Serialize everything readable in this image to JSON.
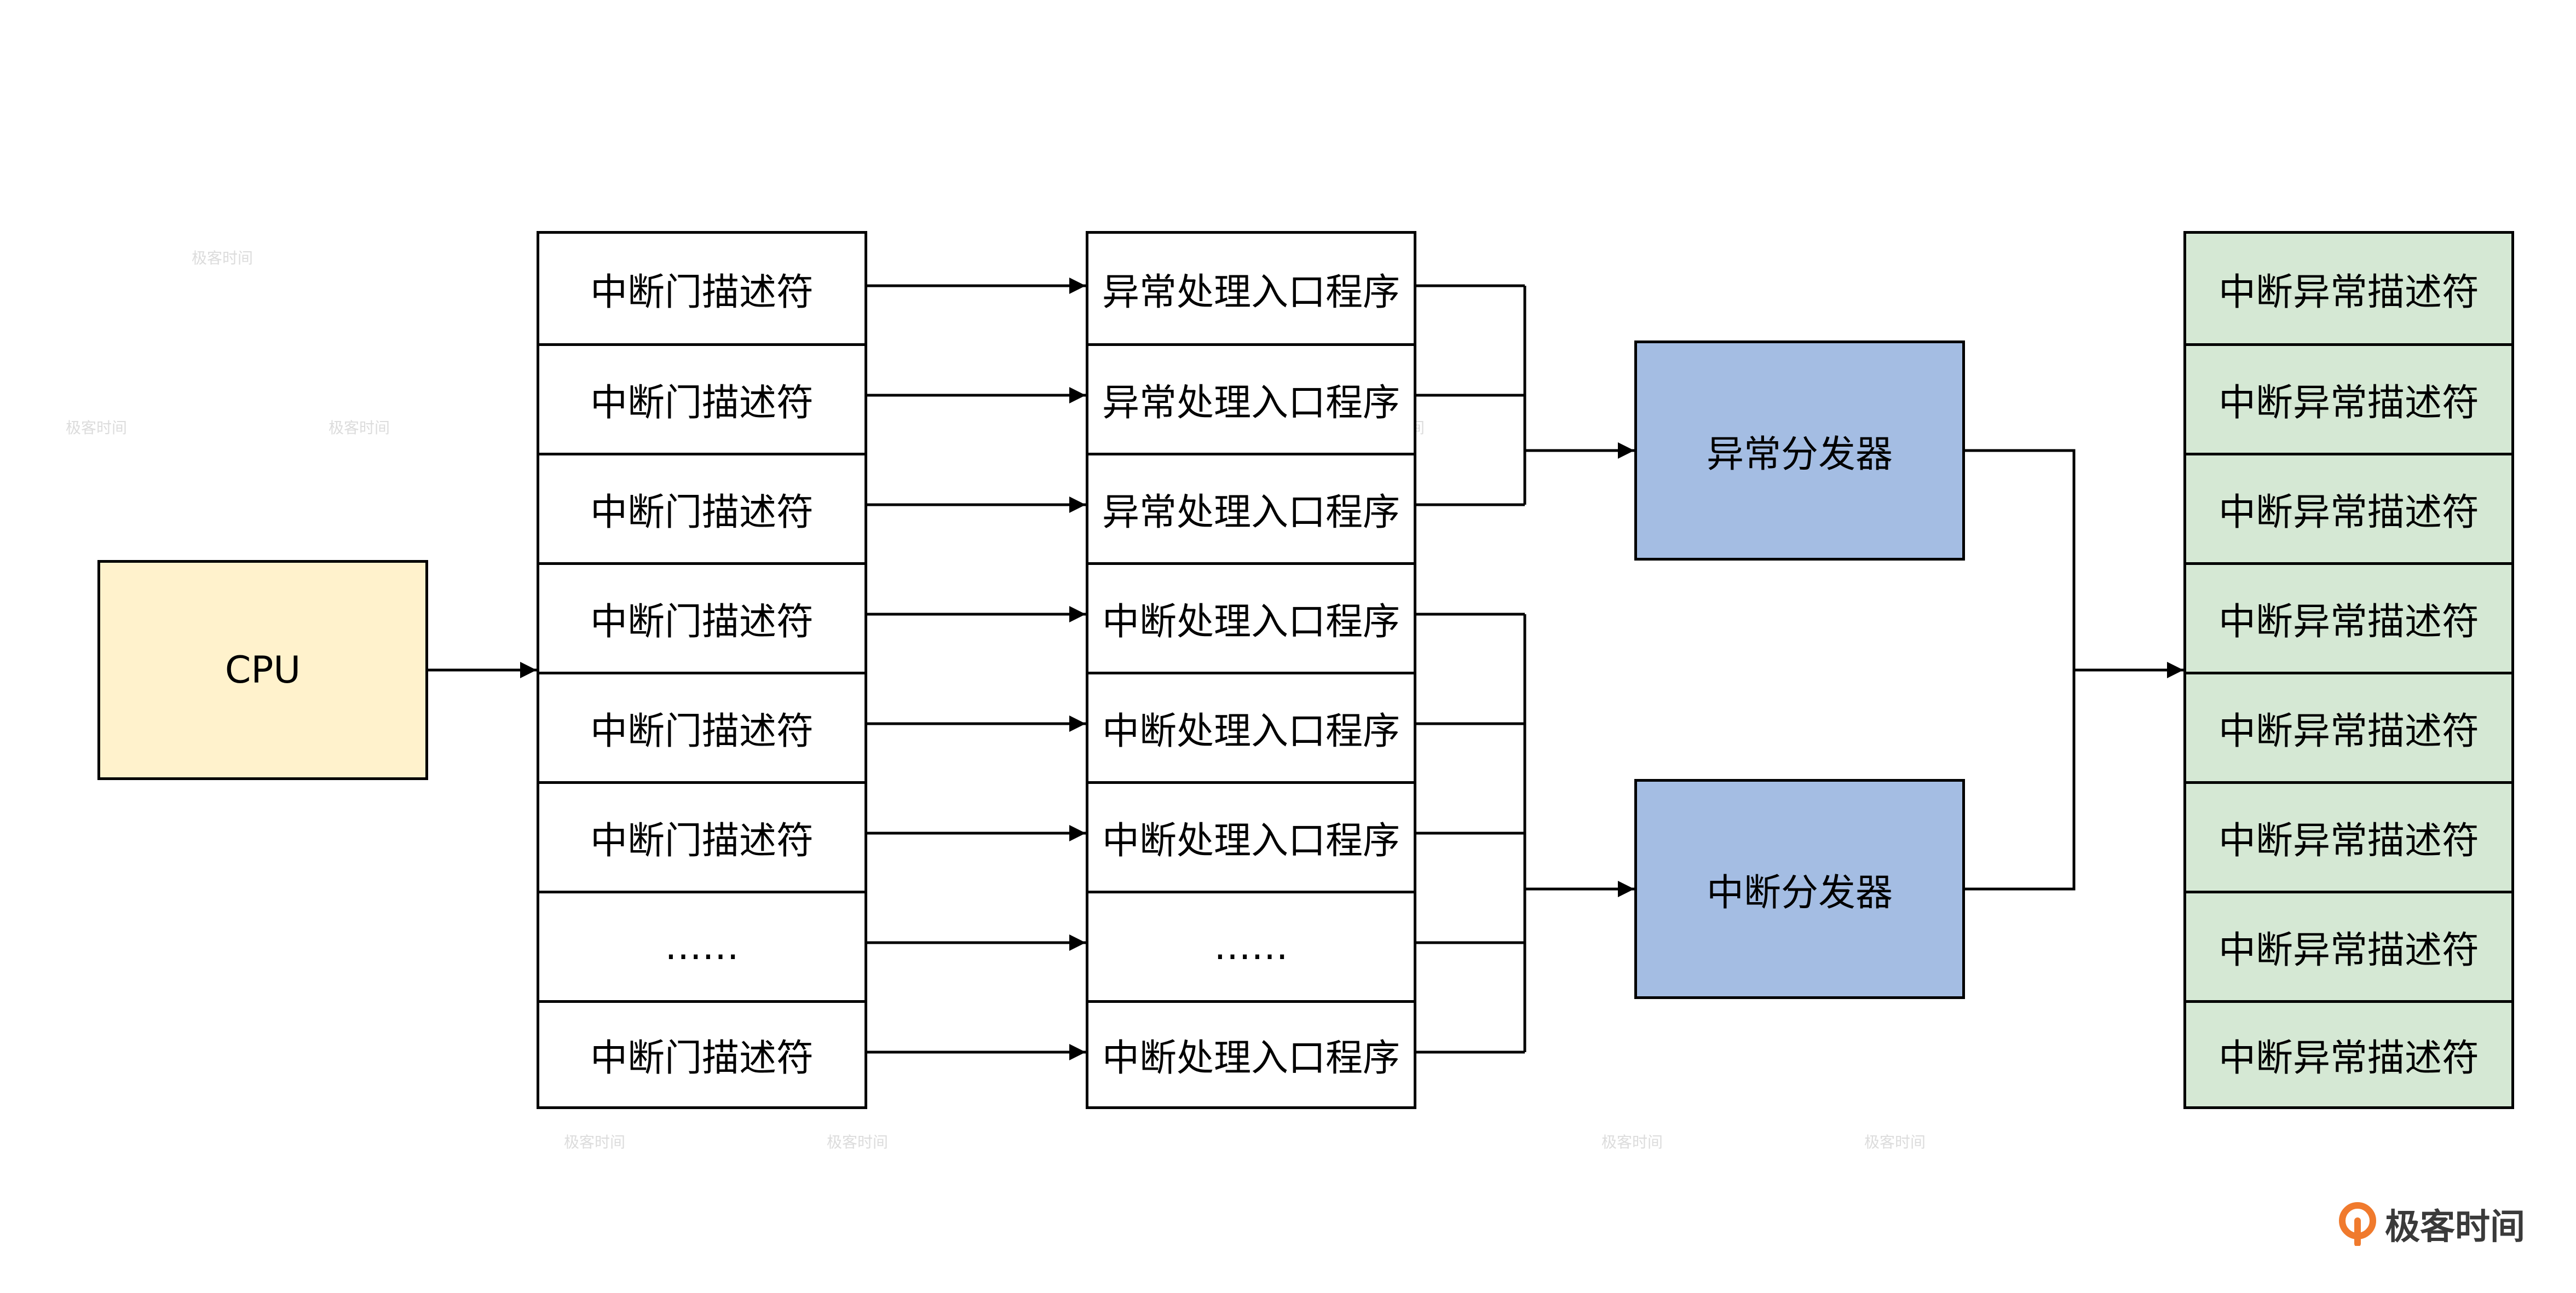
{
  "cpu": {
    "label": "CPU"
  },
  "gates": [
    "中断门描述符",
    "中断门描述符",
    "中断门描述符",
    "中断门描述符",
    "中断门描述符",
    "中断门描述符",
    "……",
    "中断门描述符"
  ],
  "entries": [
    "异常处理入口程序",
    "异常处理入口程序",
    "异常处理入口程序",
    "中断处理入口程序",
    "中断处理入口程序",
    "中断处理入口程序",
    "……",
    "中断处理入口程序"
  ],
  "dispatchers": {
    "exception": "异常分发器",
    "interrupt": "中断分发器"
  },
  "descriptors": [
    "中断异常描述符",
    "中断异常描述符",
    "中断异常描述符",
    "中断异常描述符",
    "中断异常描述符",
    "中断异常描述符",
    "中断异常描述符",
    "中断异常描述符"
  ],
  "brand": {
    "name": "极客时间",
    "watermark": "极客时间"
  },
  "colors": {
    "cpu": "#fff2cc",
    "dispatcher": "#a4bde3",
    "descriptor": "#d5e8d4",
    "line": "#000000",
    "logo": "#f07a2d"
  }
}
